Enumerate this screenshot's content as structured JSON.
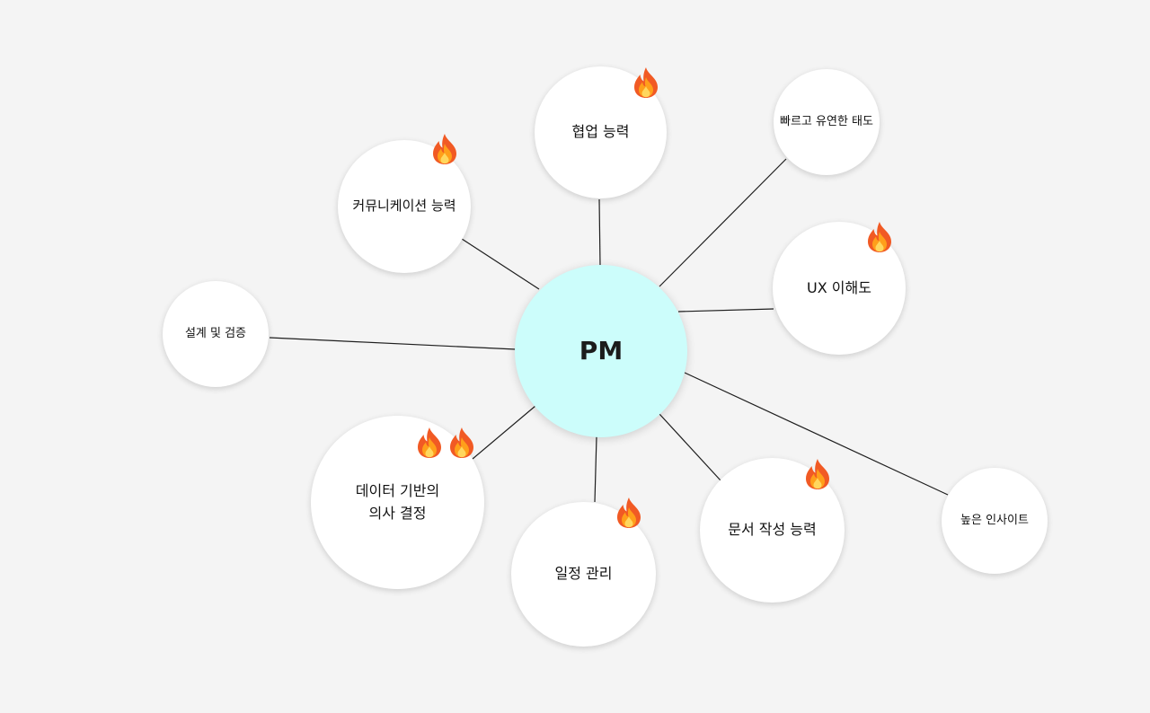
{
  "diagram": {
    "center": {
      "label": "PM",
      "fill": "#ccfdfb"
    },
    "line_color": "#1e1e1e",
    "flame_icon": "fire-icon",
    "nodes": [
      {
        "id": "collaboration",
        "label": "협업 능력",
        "flames": 1
      },
      {
        "id": "quick-flexible",
        "label": "빠르고 유연한 태도",
        "flames": 0
      },
      {
        "id": "communication",
        "label": "커뮤니케이션 능력",
        "flames": 1
      },
      {
        "id": "ux-understanding",
        "label": "UX 이해도",
        "flames": 1
      },
      {
        "id": "design-validation",
        "label": "설계 및 검증",
        "flames": 0
      },
      {
        "id": "data-decision",
        "label": "데이터 기반의\n의사 결정",
        "flames": 2
      },
      {
        "id": "schedule",
        "label": "일정 관리",
        "flames": 1
      },
      {
        "id": "documentation",
        "label": "문서 작성 능력",
        "flames": 1
      },
      {
        "id": "insight",
        "label": "높은 인사이트",
        "flames": 0
      }
    ]
  }
}
